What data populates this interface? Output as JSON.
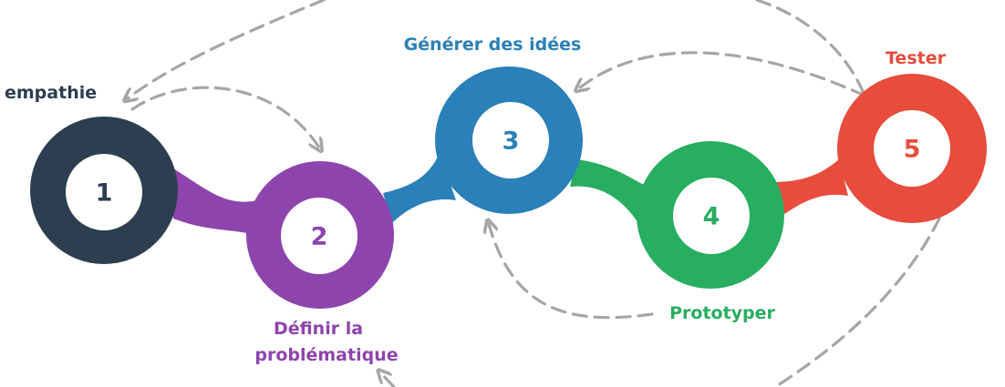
{
  "steps": [
    {
      "number": "1",
      "label": "empathie",
      "color": "#2c3e50"
    },
    {
      "number": "2",
      "label_line1": "Définir la",
      "label_line2": "problématique",
      "color": "#8e44ad"
    },
    {
      "number": "3",
      "label": "Générer des idées",
      "color": "#2a80b9"
    },
    {
      "number": "4",
      "label": "Prototyper",
      "color": "#27ae60"
    },
    {
      "number": "5",
      "label": "Tester",
      "color": "#e74c3c"
    }
  ],
  "arrow_color": "#a6a6a6"
}
